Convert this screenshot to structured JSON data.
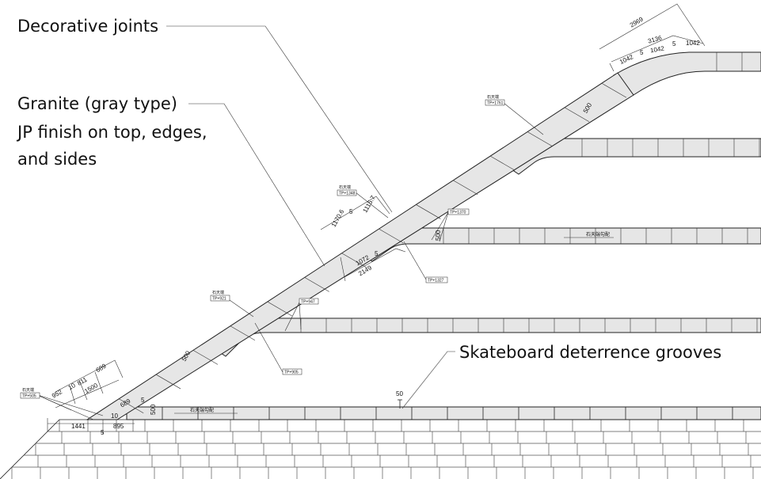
{
  "callouts": {
    "decorative_joints": "Decorative joints",
    "granite_line1": "Granite (gray type)",
    "granite_line2": "JP finish on top, edges,",
    "granite_line3": "and sides",
    "skateboard": "Skateboard deterrence grooves"
  },
  "dimensions": {
    "top_total": "2969",
    "top_sub": "3136",
    "top_seg_a": "1042",
    "top_gap_a": "5",
    "top_seg_b": "1042",
    "top_gap_b": "5",
    "top_seg_c": "1042",
    "mid_a": "1170.6",
    "mid_gap": "5",
    "mid_b": "1115.7",
    "mid_lower": "1072",
    "mid_lower_gap": "5",
    "mid_total": "2149",
    "width_upper": "500",
    "width_mid": "500",
    "width_low": "500",
    "width_base": "500",
    "bot_952": "952",
    "bot_10": "10",
    "bot_811": "811",
    "bot_1500": "1500",
    "bot_689": "689",
    "bot_689b": "689",
    "bot_10b": "10",
    "bot_5a": "5",
    "bot_1441": "1441",
    "bot_5b": "5",
    "bot_895": "895",
    "groove_50": "50"
  },
  "tags": {
    "tag1_top": "石天端",
    "tag1_bottom": "TP+1761",
    "tag2_top": "石天端",
    "tag2_bottom": "TP+1348",
    "tag3": "TP+1370",
    "tag4": "TP+1327",
    "tag5_top": "石天端",
    "tag5_bottom": "TP+921",
    "tag6": "TP+947",
    "tag7": "TP+905",
    "tag8_top": "石天端",
    "tag8_bottom": "TP+505"
  },
  "slope_notes": {
    "upper": "石天端勾配",
    "lower": "石天端勾配"
  }
}
